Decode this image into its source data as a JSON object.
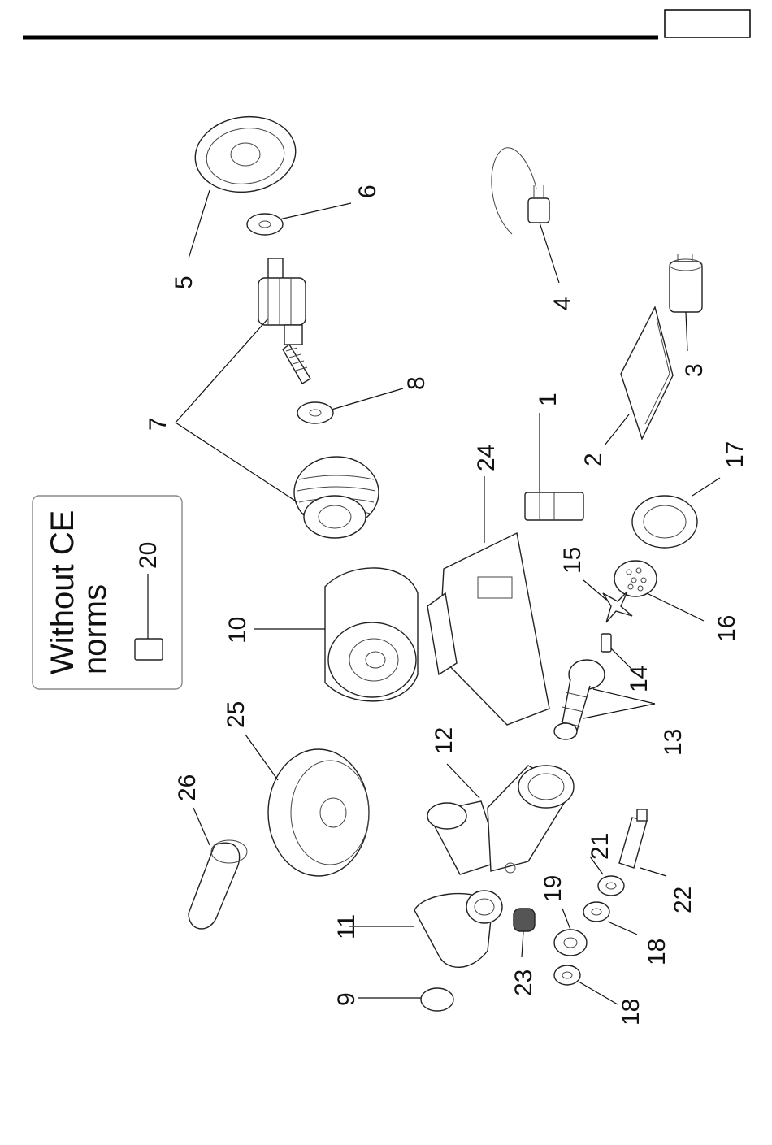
{
  "header": {
    "page_box": ""
  },
  "note_box": {
    "line1": "Without CE",
    "line2": "norms",
    "part_number": "20"
  },
  "callouts": [
    {
      "id": "c1",
      "text": "1"
    },
    {
      "id": "c2",
      "text": "2"
    },
    {
      "id": "c3",
      "text": "3"
    },
    {
      "id": "c4",
      "text": "4"
    },
    {
      "id": "c5",
      "text": "5"
    },
    {
      "id": "c6",
      "text": "6"
    },
    {
      "id": "c7",
      "text": "7"
    },
    {
      "id": "c8",
      "text": "8"
    },
    {
      "id": "c9",
      "text": "9"
    },
    {
      "id": "c10",
      "text": "10"
    },
    {
      "id": "c11",
      "text": "11"
    },
    {
      "id": "c12",
      "text": "12"
    },
    {
      "id": "c13",
      "text": "13"
    },
    {
      "id": "c14",
      "text": "14"
    },
    {
      "id": "c15",
      "text": "15"
    },
    {
      "id": "c16",
      "text": "16"
    },
    {
      "id": "c17",
      "text": "17"
    },
    {
      "id": "c18a",
      "text": "18"
    },
    {
      "id": "c18b",
      "text": "18"
    },
    {
      "id": "c19",
      "text": "19"
    },
    {
      "id": "c21",
      "text": "21"
    },
    {
      "id": "c22",
      "text": "22"
    },
    {
      "id": "c23",
      "text": "23"
    },
    {
      "id": "c24",
      "text": "24"
    },
    {
      "id": "c25",
      "text": "25"
    },
    {
      "id": "c26",
      "text": "26"
    }
  ]
}
